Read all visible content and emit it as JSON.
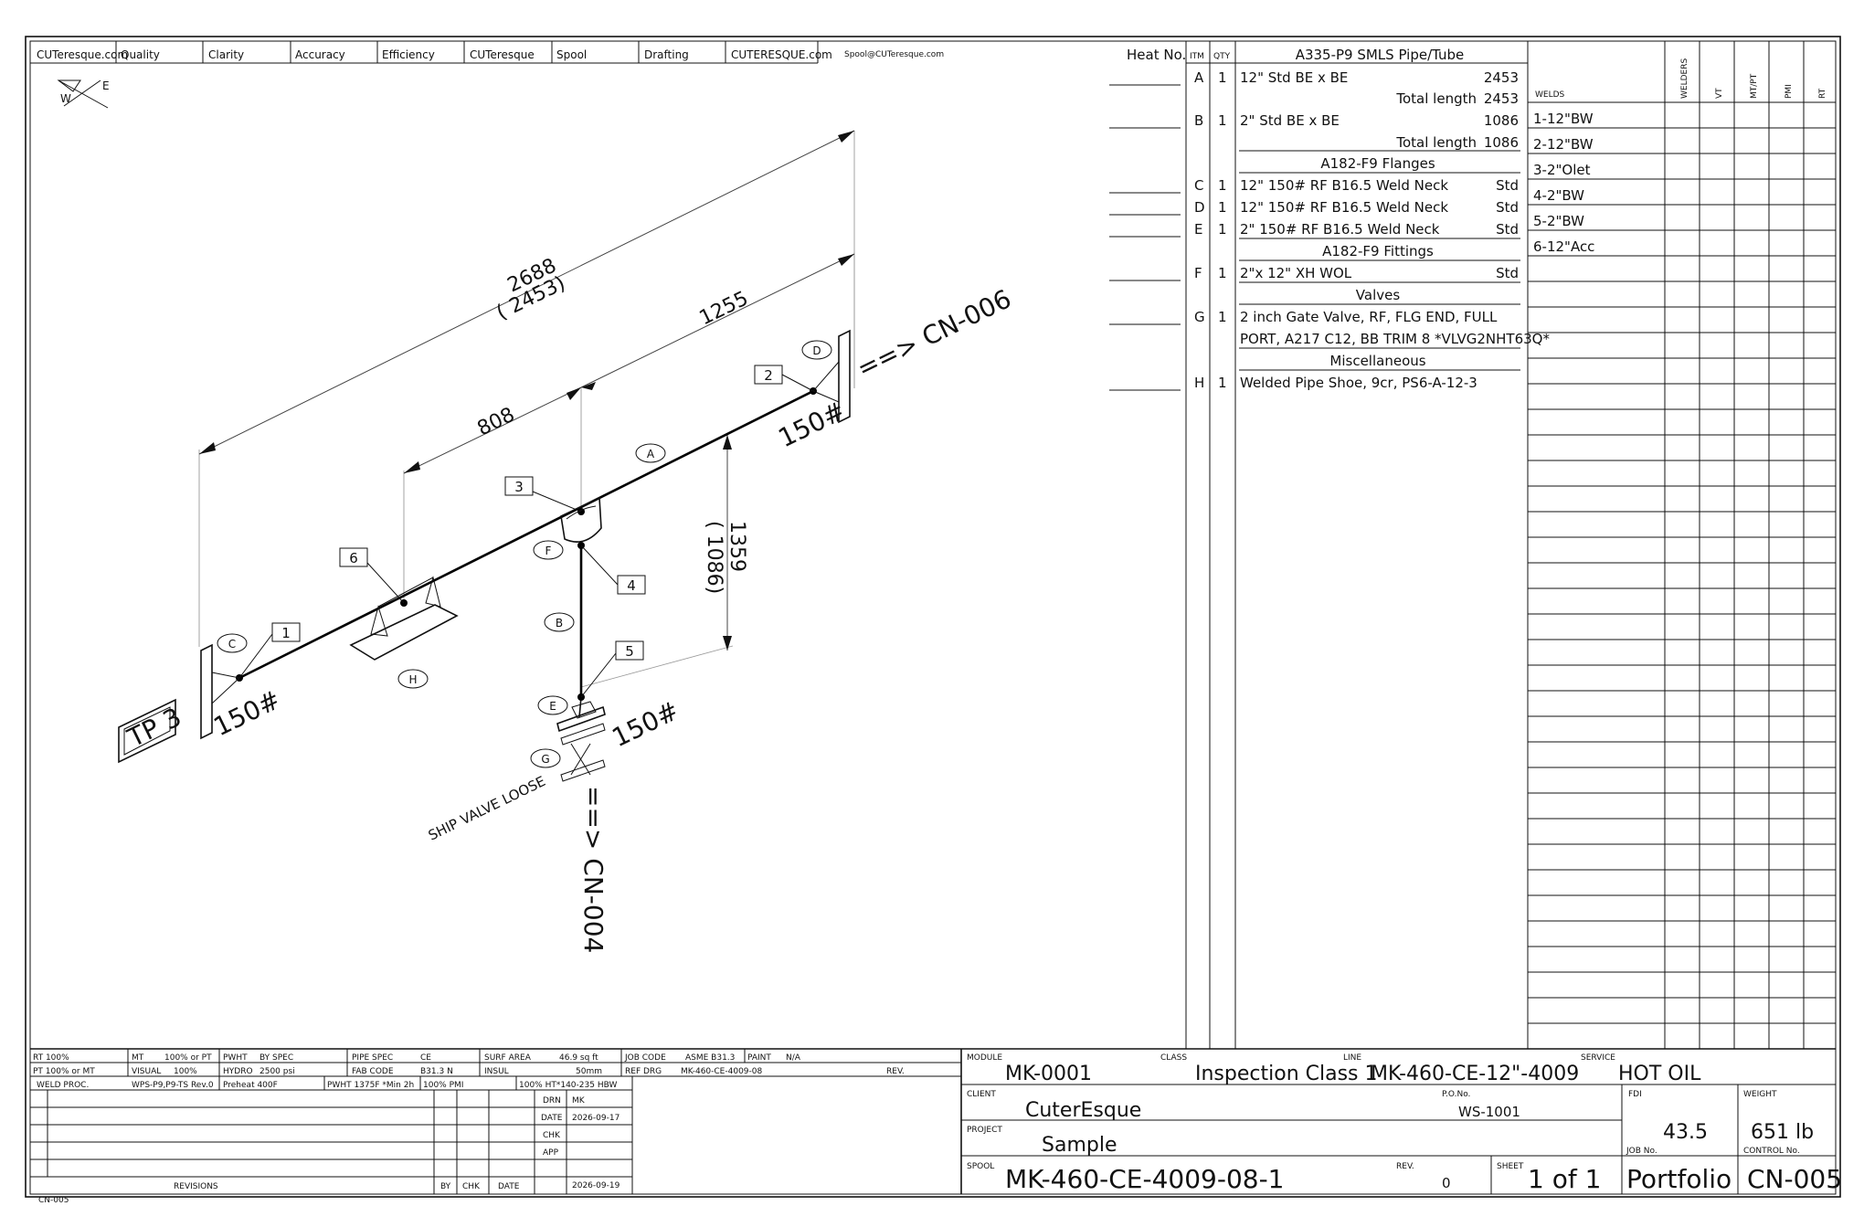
{
  "header": {
    "cells": [
      "CUTeresque.com",
      "Quality",
      "Clarity",
      "Accuracy",
      "Efficiency",
      "CUTeresque",
      "Spool",
      "Drafting",
      "CUTERESQUE.com",
      "Spool@CUTeresque.com"
    ],
    "heat_no": "Heat No.",
    "itm": "ITM",
    "qty": "QTY"
  },
  "compass": {
    "w": "W",
    "e": "E"
  },
  "bom": {
    "sections": [
      {
        "title": "A335-P9 SMLS Pipe/Tube",
        "items": [
          {
            "itm": "A",
            "qty": "1",
            "desc": "12\" Std BE x BE",
            "val": "2453",
            "sub_label": "Total length",
            "sub_val": "2453"
          },
          {
            "itm": "B",
            "qty": "1",
            "desc": "2\" Std BE x BE",
            "val": "1086",
            "sub_label": "Total length",
            "sub_val": "1086"
          }
        ]
      },
      {
        "title": "A182-F9 Flanges",
        "items": [
          {
            "itm": "C",
            "qty": "1",
            "desc": "12\" 150# RF B16.5 Weld Neck",
            "val": "Std"
          },
          {
            "itm": "D",
            "qty": "1",
            "desc": "12\" 150# RF B16.5 Weld Neck",
            "val": "Std"
          },
          {
            "itm": "E",
            "qty": "1",
            "desc": "2\" 150# RF B16.5 Weld Neck",
            "val": "Std"
          }
        ]
      },
      {
        "title": "A182-F9 Fittings",
        "items": [
          {
            "itm": "F",
            "qty": "1",
            "desc": "2\"x 12\" XH WOL",
            "val": "Std"
          }
        ]
      },
      {
        "title": "Valves",
        "items": [
          {
            "itm": "G",
            "qty": "1",
            "desc": "2 inch Gate Valve, RF, FLG END, FULL",
            "desc2": "PORT, A217 C12, BB TRIM 8 *VLVG2NHT63Q*",
            "val": ""
          }
        ]
      },
      {
        "title": "Miscellaneous",
        "items": [
          {
            "itm": "H",
            "qty": "1",
            "desc": "Welded Pipe Shoe, 9cr, PS6-A-12-3",
            "val": ""
          }
        ]
      }
    ]
  },
  "welds": {
    "title": "WELDS",
    "columns": [
      "WELDERS",
      "VT",
      "MT/PT",
      "PMI",
      "RT"
    ],
    "rows": [
      "1-12\"BW",
      "2-12\"BW",
      "3-2\"Olet",
      "4-2\"BW",
      "5-2\"BW",
      "6-12\"Acc"
    ]
  },
  "drawing": {
    "dim_overall": "2688",
    "dim_overall_cut": "( 2453)",
    "dim_1255": "1255",
    "dim_808": "808",
    "dim_1359": "1359",
    "dim_1086": "( 1086)",
    "cn006": "==> CN-006",
    "cn004": "==> CN-004",
    "ship_loose": "SHIP VALVE LOOSE",
    "tp": "TP 3",
    "rating": "150#",
    "welds": [
      "1",
      "2",
      "3",
      "4",
      "5",
      "6"
    ],
    "items": [
      "A",
      "B",
      "C",
      "D",
      "E",
      "F",
      "G",
      "H"
    ]
  },
  "notes": {
    "r1": [
      "RT 100%",
      "MT",
      "100% or PT",
      "PWHT",
      "BY SPEC",
      "PIPE SPEC",
      "CE",
      "SURF AREA",
      "46.9 sq ft",
      "JOB CODE",
      "ASME B31.3",
      "PAINT",
      "N/A"
    ],
    "r2": [
      "PT 100% or MT",
      "VISUAL",
      "100%",
      "HYDRO",
      "2500 psi",
      "FAB CODE",
      "B31.3 N",
      "INSUL",
      "50mm",
      "REF DRG",
      "MK-460-CE-4009-08",
      "REV."
    ],
    "r3": [
      "WELD PROC.",
      "WPS-P9,P9-TS Rev.0",
      "Preheat 400F",
      "PWHT 1375F *Min 2h",
      "100% PMI",
      "100% HT*140-235 HBW"
    ],
    "drn_label": "DRN",
    "drn": "MK",
    "date_label": "DATE",
    "date": "2026-09-17",
    "chk_label": "CHK",
    "app_label": "APP",
    "app_date": "2026-09-19",
    "revisions": "REVISIONS",
    "by": "BY",
    "chk": "CHK",
    "date_col": "DATE"
  },
  "title_block": {
    "module_label": "MODULE",
    "module": "MK-0001",
    "class_label": "CLASS",
    "class": "Inspection Class 1",
    "line_label": "LINE",
    "line": "MK-460-CE-12\"-4009",
    "service_label": "SERVICE",
    "service": "HOT OIL",
    "client_label": "CLIENT",
    "client": "CuterEsque",
    "po_label": "P.O.No.",
    "po": "WS-1001",
    "fdi_label": "FDI",
    "fdi": "43.5",
    "weight_label": "WEIGHT",
    "weight": "651 lb",
    "project_label": "PROJECT",
    "project": "Sample",
    "jobno_label": "JOB No.",
    "jobno": "Portfolio",
    "control_label": "CONTROL No.",
    "control": "CN-005",
    "spool_label": "SPOOL",
    "spool": "MK-460-CE-4009-08-1",
    "rev_label": "REV.",
    "rev": "0",
    "sheet_label": "SHEET",
    "sheet": "1 of 1"
  },
  "footer": "CN-005"
}
